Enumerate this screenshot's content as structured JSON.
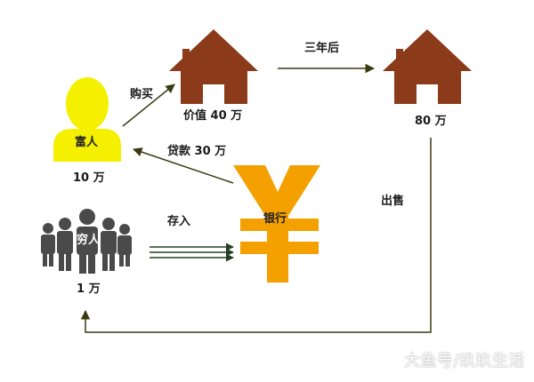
{
  "labels": {
    "rich_person": "富人",
    "rich_amount": "10 万",
    "buy": "购买",
    "house_value": "价值 40 万",
    "three_years_later": "三年后",
    "house_future_value": "80 万",
    "loan": "贷款 30 万",
    "sell": "出售",
    "bank": "银行",
    "deposit": "存入",
    "poor_person": "穷人",
    "poor_amount": "1 万"
  },
  "watermark": "大鱼号/玖玖生活",
  "colors": {
    "house": "#8b3a1a",
    "rich_person": "#f5f000",
    "yuan_symbol": "#f4a000",
    "poor_people": "#4a4a4a",
    "arrow_dark": "#3a3a10",
    "arrow_green": "#234023"
  },
  "icons": {
    "rich_person": "person-silhouette-icon",
    "house_now": "house-icon",
    "house_future": "house-icon",
    "bank": "yuan-symbol-icon",
    "poor_people": "crowd-icon"
  }
}
